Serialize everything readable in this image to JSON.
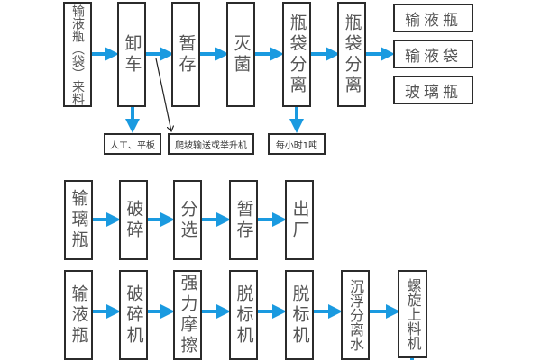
{
  "colors": {
    "arrow": "#1a9ae0",
    "border": "#2b2b2b",
    "text": "#555555"
  },
  "row1": {
    "steps": [
      "输液瓶（袋）来料",
      "卸车",
      "暂存",
      "灭菌",
      "瓶袋分离",
      "瓶袋分离"
    ],
    "outputs": [
      "输液瓶",
      "输液袋",
      "玻璃瓶"
    ],
    "notes": [
      "人工、平板",
      "爬坡输送或举升机",
      "每小时1吨"
    ]
  },
  "row2": {
    "steps": [
      "输璃瓶",
      "破碎",
      "分选",
      "暂存",
      "出厂"
    ]
  },
  "row3": {
    "steps": [
      "输液瓶",
      "破碎机",
      "强力摩擦",
      "脱标机",
      "脱标机",
      "沉浮分离水",
      "螺旋上料机"
    ]
  }
}
